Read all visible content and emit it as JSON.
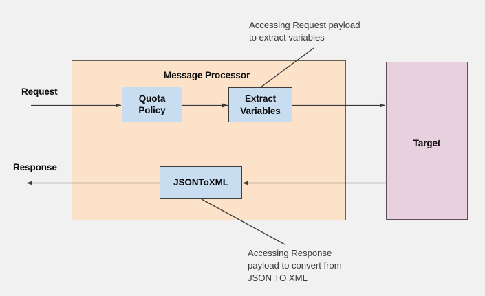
{
  "diagram": {
    "title": "Message Processor",
    "background_color": "#f1f1f1",
    "container": {
      "label": "Message Processor",
      "fill": "#fbe2c8",
      "stroke": "#666055"
    },
    "target": {
      "label": "Target",
      "fill": "#e9d0de",
      "stroke": "#5c5159"
    },
    "policies": [
      {
        "id": "quota",
        "label": "Quota\nPolicy",
        "line1": "Quota",
        "line2": "Policy",
        "fill": "#c9ddf0",
        "stroke": "#3d3d3d"
      },
      {
        "id": "extract",
        "label": "Extract\nVariables",
        "line1": "Extract",
        "line2": "Variables",
        "fill": "#c9ddf0",
        "stroke": "#3d3d3d"
      },
      {
        "id": "jsontoxml",
        "label": "JSONToXML",
        "line1": "JSONToXML",
        "line2": "",
        "fill": "#c9ddf0",
        "stroke": "#3d3d3d"
      }
    ],
    "flow_labels": {
      "request": "Request",
      "response": "Response"
    },
    "annotations": [
      {
        "id": "request-annotation",
        "text": "Accessing Request payload\nto extract variables",
        "target": "extract"
      },
      {
        "id": "response-annotation",
        "text": "Accessing Response\npayload to convert from\nJSON TO XML",
        "target": "jsontoxml"
      }
    ],
    "arrow_color": "#3a3a3a"
  }
}
